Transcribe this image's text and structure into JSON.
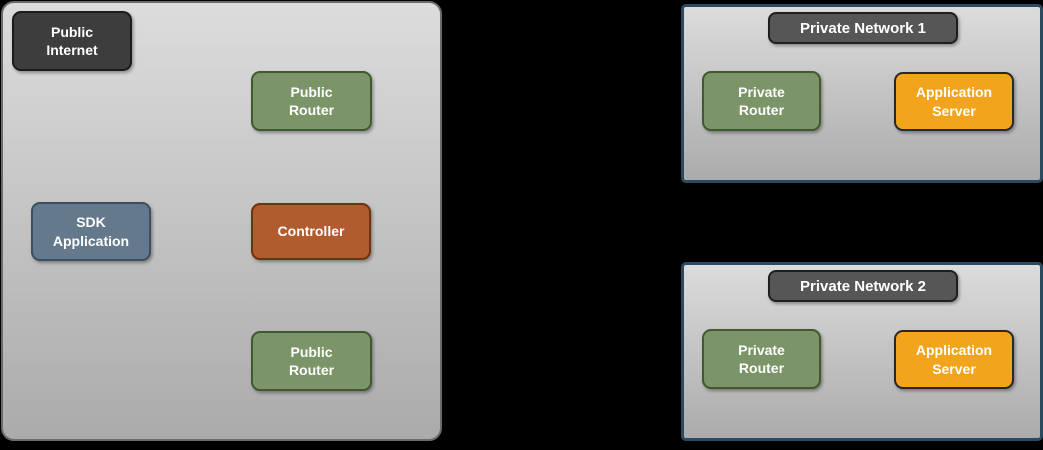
{
  "colors": {
    "canvas-bg": "#000000",
    "zone-fill-top": "#dcdcdc",
    "zone-fill-bottom": "#ababab",
    "zone-border": "#6b6b6b",
    "network-border": "#2c4a5e",
    "dark-fill": "#3d3d3d",
    "dark-border": "#1b1b1b",
    "green-fill": "#7b9468",
    "green-border": "#42592f",
    "slate-fill": "#64798c",
    "slate-border": "#3a4f62",
    "rust-fill": "#b15c2f",
    "rust-border": "#6e3111",
    "orange-fill": "#f2a41d",
    "orange-border": "#282828",
    "title-fill": "#565656",
    "title-border": "#1f1f1f",
    "text": "#ffffff"
  },
  "public_zone": {
    "nodes": {
      "public_internet": "Public\nInternet",
      "public_router_top": "Public\nRouter",
      "sdk_application": "SDK\nApplication",
      "controller": "Controller",
      "public_router_bottom": "Public\nRouter"
    }
  },
  "private_networks": [
    {
      "title": "Private Network 1",
      "private_router": "Private\nRouter",
      "application_server": "Application\nServer"
    },
    {
      "title": "Private Network 2",
      "private_router": "Private\nRouter",
      "application_server": "Application\nServer"
    }
  ]
}
